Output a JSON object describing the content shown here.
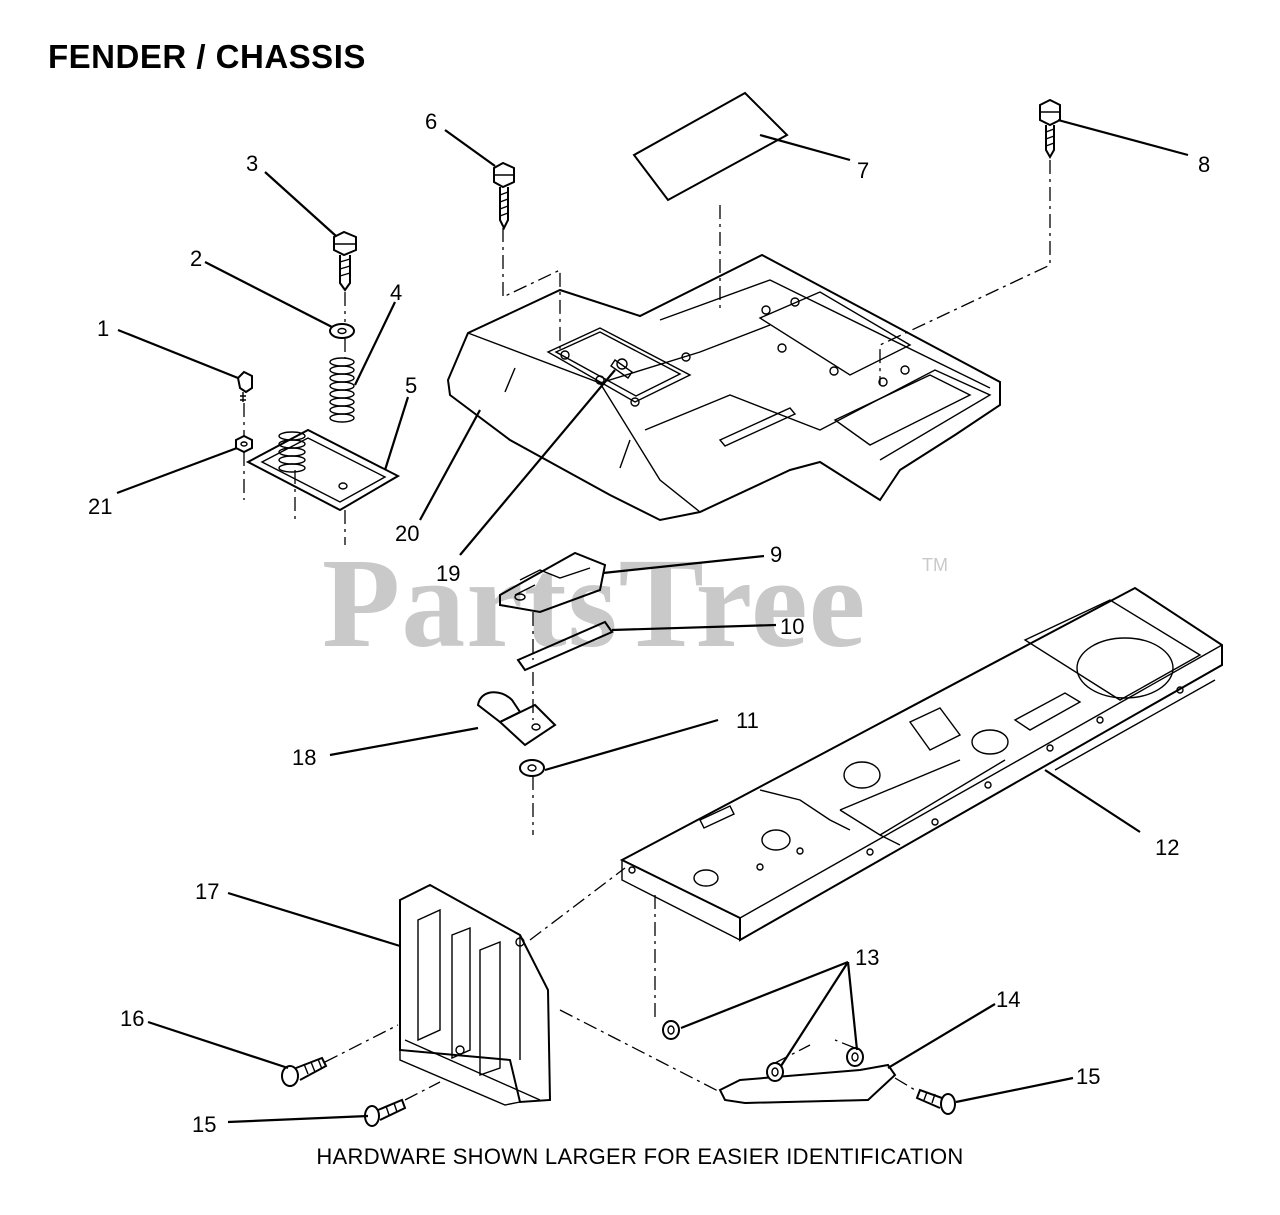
{
  "diagram": {
    "title": "FENDER / CHASSIS",
    "caption": "HARDWARE SHOWN LARGER FOR EASIER IDENTIFICATION",
    "watermark": "PartsTree",
    "watermark_mark": "TM",
    "colors": {
      "ink": "#000000",
      "watermark": "#c9c9c9",
      "background": "#ffffff"
    }
  },
  "callouts": [
    {
      "key": "c1",
      "label": "1"
    },
    {
      "key": "c2",
      "label": "2"
    },
    {
      "key": "c3",
      "label": "3"
    },
    {
      "key": "c4",
      "label": "4"
    },
    {
      "key": "c5",
      "label": "5"
    },
    {
      "key": "c6",
      "label": "6"
    },
    {
      "key": "c7",
      "label": "7"
    },
    {
      "key": "c8",
      "label": "8"
    },
    {
      "key": "c9",
      "label": "9"
    },
    {
      "key": "c10",
      "label": "10"
    },
    {
      "key": "c11",
      "label": "11"
    },
    {
      "key": "c12",
      "label": "12"
    },
    {
      "key": "c13",
      "label": "13"
    },
    {
      "key": "c14",
      "label": "14"
    },
    {
      "key": "c15a",
      "label": "15"
    },
    {
      "key": "c15b",
      "label": "15"
    },
    {
      "key": "c16",
      "label": "16"
    },
    {
      "key": "c17",
      "label": "17"
    },
    {
      "key": "c18",
      "label": "18"
    },
    {
      "key": "c19",
      "label": "19"
    },
    {
      "key": "c20",
      "label": "20"
    },
    {
      "key": "c21",
      "label": "21"
    }
  ]
}
